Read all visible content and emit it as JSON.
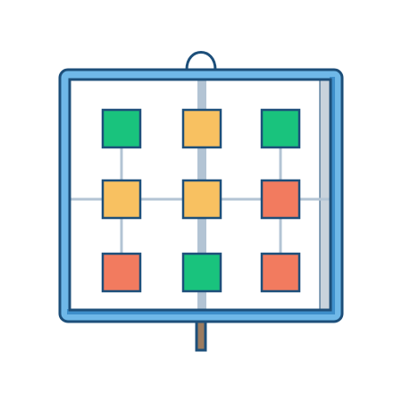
{
  "icon": {
    "name": "flowchart-board-icon",
    "colors": {
      "outline": "#1d4f7a",
      "frame": "#6fb8e8",
      "frame_shade": "#3e8fcb",
      "board": "#ffffff",
      "board_shade": "#c9d3dc",
      "connector": "#b3c4d4",
      "hanger": "#ffffff",
      "stand": "#9c7b5f",
      "green": "#19c37d",
      "orange": "#f8c161",
      "red": "#f27b5f"
    },
    "grid": [
      [
        "green",
        "orange",
        "green"
      ],
      [
        "orange",
        "orange",
        "red"
      ],
      [
        "red",
        "green",
        "red"
      ]
    ]
  }
}
